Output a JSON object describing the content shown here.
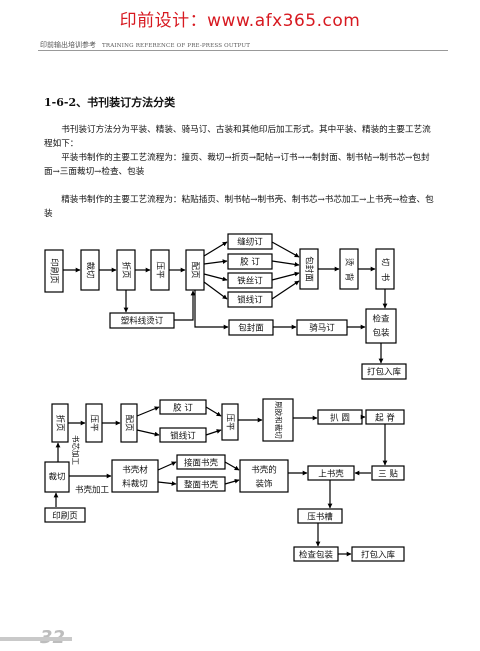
{
  "banner": "印前设计：www.afx365.com",
  "running_header": {
    "cn": "印前输出培训参考",
    "en": "TRAINING REFERENCE OF PRE-PRESS OUTPUT"
  },
  "section_title": "1-6-2、书刊装订方法分类",
  "paragraphs": [
    "书刊装订方法分为平装、精装、骑马订、古装和其他印后加工形式。其中平装、精装的主要工艺流程如下：",
    "平装书制作的主要工艺流程为：撞页、裁切→折页→配帖→订书→→制封面、制书帖→制书芯→包封面→三面裁切→检查、包装",
    "精装书制作的主要工艺流程为：粘贴插页、制书帖→制书壳、制书芯→书芯加工→上书壳→检查、包装"
  ],
  "flow1": {
    "steps": [
      "印刷页",
      "裁切",
      "折页",
      "压平",
      "配页"
    ],
    "binding": [
      "缝纫订",
      "胶  订",
      "铁丝订",
      "锁线订"
    ],
    "after": [
      "包封面",
      "烫",
      "背",
      "切",
      "书"
    ],
    "branch_side": "塑料线烫订",
    "cover": "包封面",
    "saddle": "骑马订",
    "inspect": "检查包装",
    "pack": "打包入库"
  },
  "flow2": {
    "fold": "折页",
    "press1": "压平",
    "gather": "配页",
    "glue": "胶  订",
    "sew": "锁线订",
    "press2": "压平",
    "spine": "刷胶和裁切",
    "round": "扒  圆",
    "ridge": "起  脊",
    "core_label": "书芯加工",
    "cut": "裁切",
    "case_mat": "书壳材料裁切",
    "joint": "接面书壳",
    "whole": "整面书壳",
    "case_decor": "书壳的装饰",
    "case_label": "书壳加工",
    "print": "印刷页",
    "attach": "上书壳",
    "three": "三  贴",
    "groove": "压书槽",
    "inspect": "检查包装",
    "pack": "打包入库"
  },
  "page_number": "32"
}
